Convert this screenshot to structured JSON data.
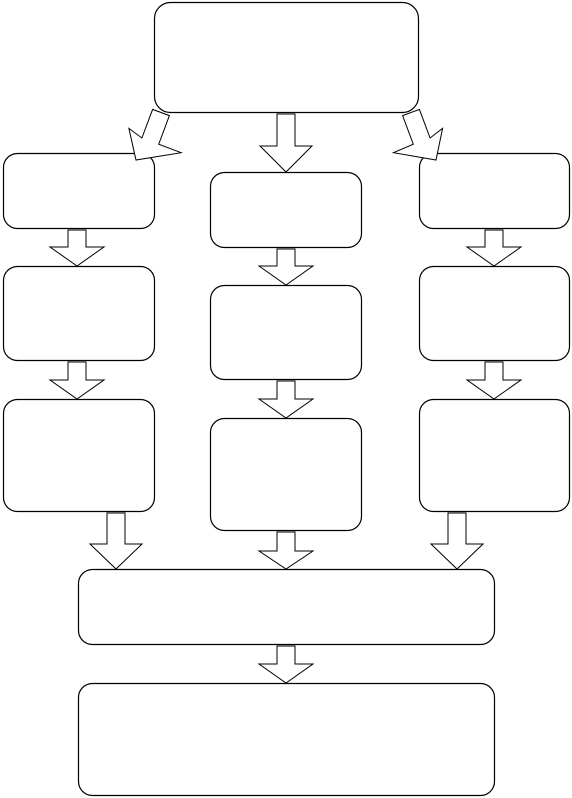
{
  "diagram": {
    "type": "flowchart",
    "stroke_color": "#000000",
    "fill_color": "#ffffff",
    "nodes": [
      {
        "id": "top",
        "label": ""
      },
      {
        "id": "left-1",
        "label": ""
      },
      {
        "id": "left-2",
        "label": ""
      },
      {
        "id": "left-3",
        "label": ""
      },
      {
        "id": "center-1",
        "label": ""
      },
      {
        "id": "center-2",
        "label": ""
      },
      {
        "id": "center-3",
        "label": ""
      },
      {
        "id": "right-1",
        "label": ""
      },
      {
        "id": "right-2",
        "label": ""
      },
      {
        "id": "right-3",
        "label": ""
      },
      {
        "id": "merge",
        "label": ""
      },
      {
        "id": "bottom",
        "label": ""
      }
    ],
    "edges": [
      {
        "from": "top",
        "to": "left-1"
      },
      {
        "from": "top",
        "to": "center-1"
      },
      {
        "from": "top",
        "to": "right-1"
      },
      {
        "from": "left-1",
        "to": "left-2"
      },
      {
        "from": "left-2",
        "to": "left-3"
      },
      {
        "from": "center-1",
        "to": "center-2"
      },
      {
        "from": "center-2",
        "to": "center-3"
      },
      {
        "from": "right-1",
        "to": "right-2"
      },
      {
        "from": "right-2",
        "to": "right-3"
      },
      {
        "from": "left-3",
        "to": "merge"
      },
      {
        "from": "center-3",
        "to": "merge"
      },
      {
        "from": "right-3",
        "to": "merge"
      },
      {
        "from": "merge",
        "to": "bottom"
      }
    ]
  }
}
